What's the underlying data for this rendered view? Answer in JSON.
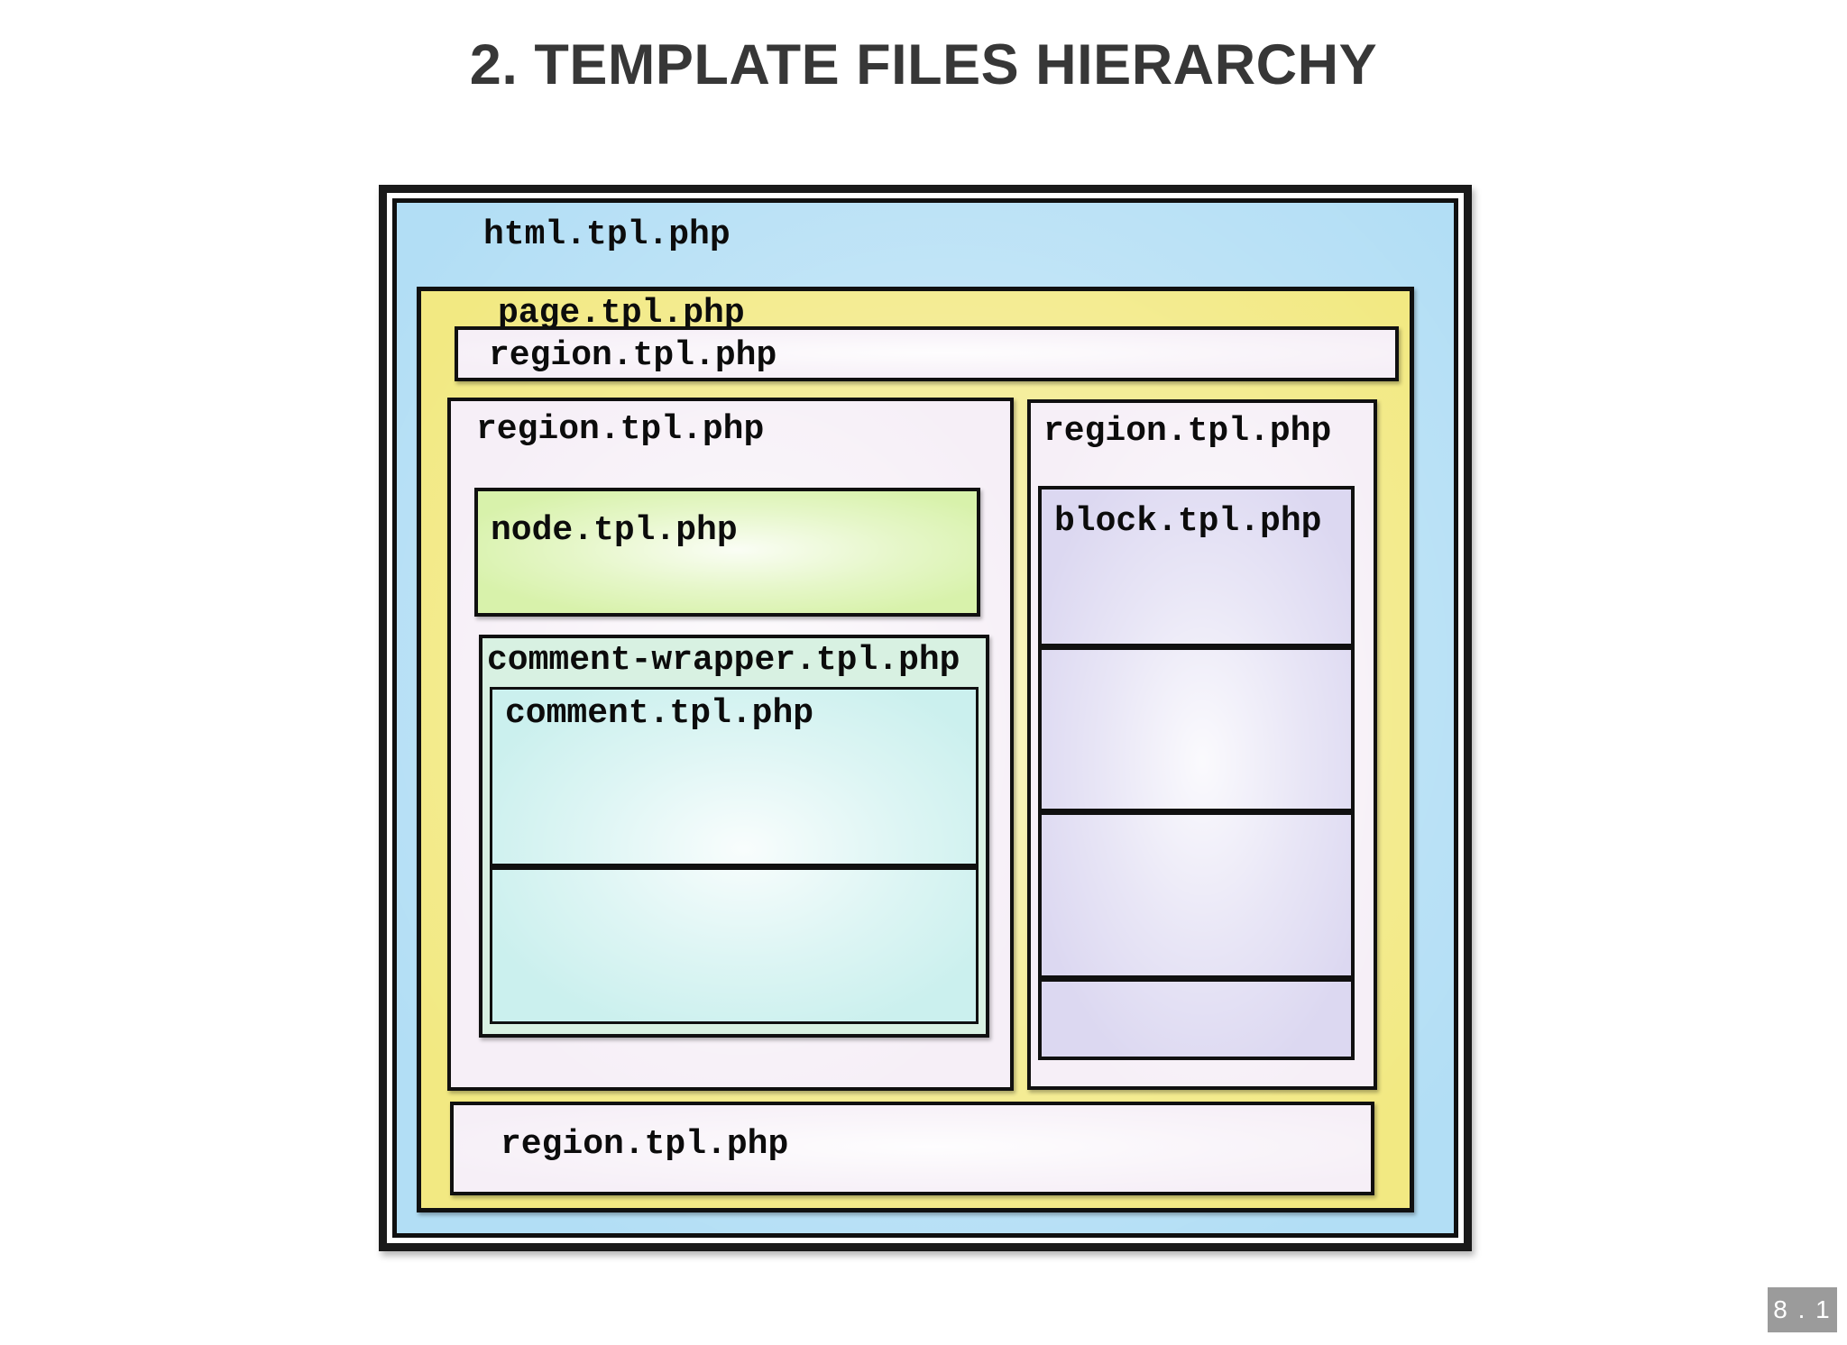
{
  "slide": {
    "title": "2. TEMPLATE FILES HIERARCHY",
    "slide_number": "8 . 1"
  },
  "diagram": {
    "html_template": "html.tpl.php",
    "page_template": "page.tpl.php",
    "region_top": "region.tpl.php",
    "region_left": "region.tpl.php",
    "region_right": "region.tpl.php",
    "region_bottom": "region.tpl.php",
    "node_template": "node.tpl.php",
    "comment_wrapper_template": "comment-wrapper.tpl.php",
    "comment_template": "comment.tpl.php",
    "block_template": "block.tpl.php"
  },
  "colors": {
    "html_fill": "#b2def5",
    "page_fill": "#f2e982",
    "region_fill": "#f6eff7",
    "node_fill": "#d8f2ab",
    "comment_wrapper_fill": "#d8f1e2",
    "comment_fill": "#cbf0ee",
    "block_fill": "#dcd8f1",
    "border_color": "#101010",
    "title_color": "#373737",
    "badge_bg": "#9b9b9b",
    "badge_text_color": "#ffffff"
  }
}
